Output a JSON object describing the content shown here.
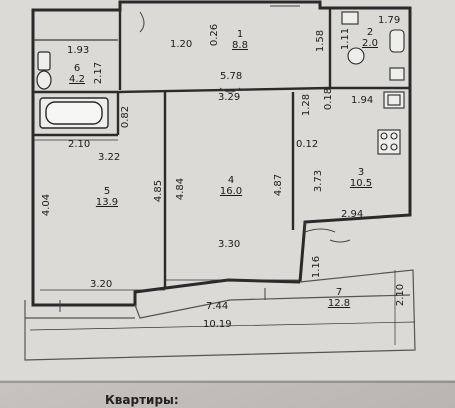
{
  "plan": {
    "dimensions": {
      "d193": "1.93",
      "d120": "1.20",
      "d026": "0.26",
      "d158": "1.58",
      "d111": "1.11",
      "d179": "1.79",
      "d217": "2.17",
      "d578": "5.78",
      "d082": "0.82",
      "d329": "3.29",
      "d128": "1.28",
      "d018": "0.18",
      "d194": "1.94",
      "d210a": "2.10",
      "d322": "3.22",
      "d012": "0.12",
      "d404": "4.04",
      "d485": "4.85",
      "d484": "4.84",
      "d487": "4.87",
      "d373": "3.73",
      "d294": "2.94",
      "d330": "3.30",
      "d116": "1.16",
      "d320": "3.20",
      "d744": "7.44",
      "d210b": "2.10",
      "d1019": "10.19"
    },
    "rooms": [
      {
        "num": "1",
        "area": "8.8"
      },
      {
        "num": "2",
        "area": "2.0"
      },
      {
        "num": "6",
        "area": "4.2"
      },
      {
        "num": "5",
        "area": "13.9"
      },
      {
        "num": "4",
        "area": "16.0"
      },
      {
        "num": "3",
        "area": "10.5"
      },
      {
        "num": "7",
        "area": "12.8"
      }
    ]
  },
  "caption": "Квартиры:"
}
